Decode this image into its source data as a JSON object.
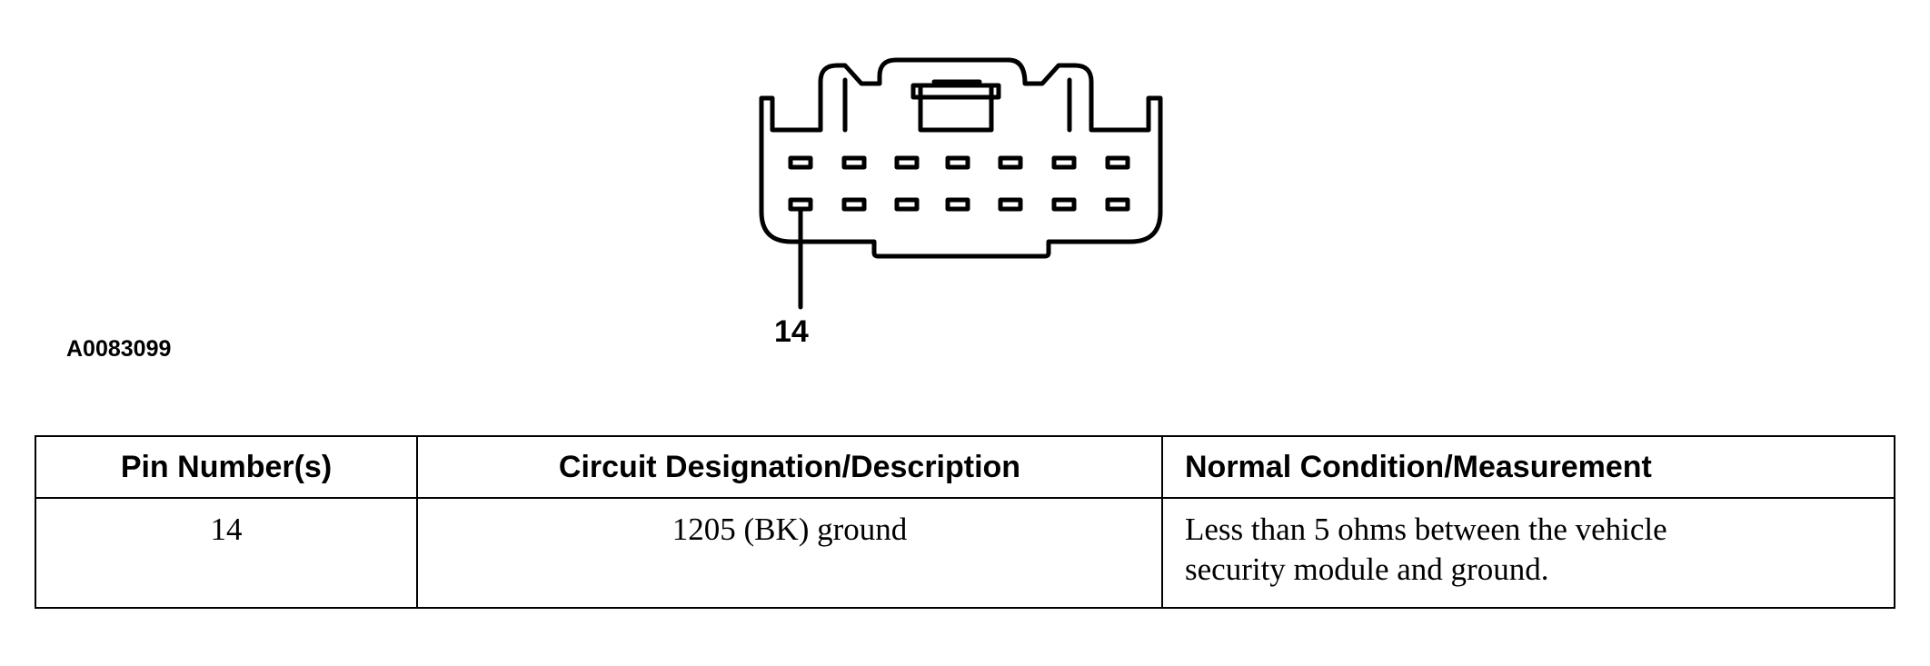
{
  "figure": {
    "id": "A0083099",
    "callout_label": "14"
  },
  "table": {
    "headers": {
      "pin": "Pin Number(s)",
      "circuit": "Circuit Designation/Description",
      "condition": "Normal Condition/Measurement"
    },
    "rows": [
      {
        "pin": "14",
        "circuit": "1205 (BK) ground",
        "condition_line1": "Less than 5 ohms between the vehicle",
        "condition_line2": "security module and ground."
      }
    ]
  }
}
